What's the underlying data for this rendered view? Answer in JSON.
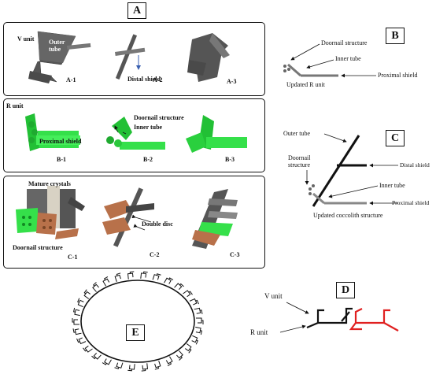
{
  "panel_tags": {
    "A": "A",
    "B": "B",
    "C": "C",
    "D": "D",
    "E": "E"
  },
  "panel_a": {
    "v_unit": "V unit",
    "outer_tube": "Outer\ntube",
    "distal_shield": "Distal shield",
    "a1": "A-1",
    "a2": "A-2",
    "a3": "A-3"
  },
  "panel_b_left": {
    "r_unit": "R unit",
    "doornail_structure": "Doornail structure",
    "inner_tube": "Inner tube",
    "proximal_shield": "Proximal shield",
    "b1": "B-1",
    "b2": "B-2",
    "b3": "B-3"
  },
  "panel_c_left": {
    "mature_crystals": "Mature crystals",
    "double_disc": "Double disc",
    "doornail_structure": "Doornail structure",
    "c1": "C-1",
    "c2": "C-2",
    "c3": "C-3"
  },
  "panel_b_right": {
    "doornail_structure": "Doornail structure",
    "inner_tube": "Inner tube",
    "proximal_shield": "Proximal shield",
    "caption": "Updated R unit"
  },
  "panel_c_right": {
    "outer_tube": "Outer tube",
    "doornail_structure": "Doornail\nstructure",
    "distal_shield": "Distal shield",
    "inner_tube": "Inner tube",
    "proximal_shield": "Proximal shield",
    "caption": "Updated coccolith structure"
  },
  "panel_d": {
    "v_unit": "V unit",
    "r_unit": "R unit"
  },
  "colors": {
    "dark_gray": "#4a4a4a",
    "green": "#33dd44",
    "copper": "#b8714a",
    "red": "#e02020",
    "black": "#111111"
  }
}
